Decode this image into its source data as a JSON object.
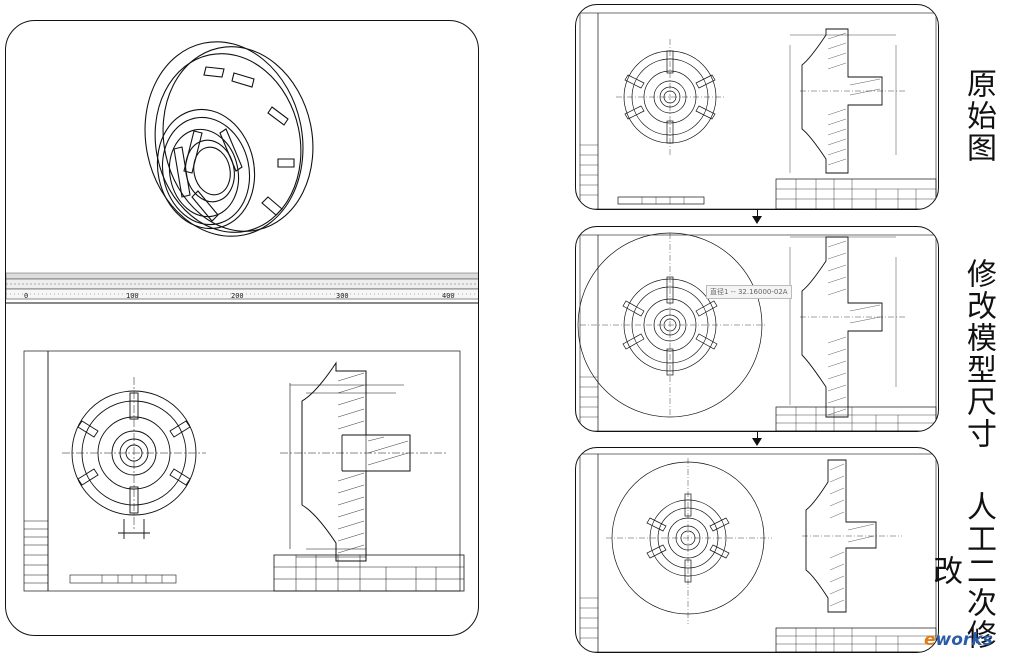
{
  "stages": [
    {
      "label": "原始图"
    },
    {
      "label": "修改模型尺寸"
    },
    {
      "label": "人工二次修改"
    }
  ],
  "ruler": {
    "ticks": [
      "0",
      "100",
      "200",
      "300",
      "400"
    ]
  },
  "tooltip": {
    "text": "直径1 -- 32.16000-02A"
  },
  "watermark": {
    "prefix": "e",
    "rest": "works"
  },
  "colors": {
    "line": "#111111",
    "hatch": "#333333",
    "watermark_blue": "#2a5ca8",
    "watermark_orange": "#e07b1a"
  }
}
